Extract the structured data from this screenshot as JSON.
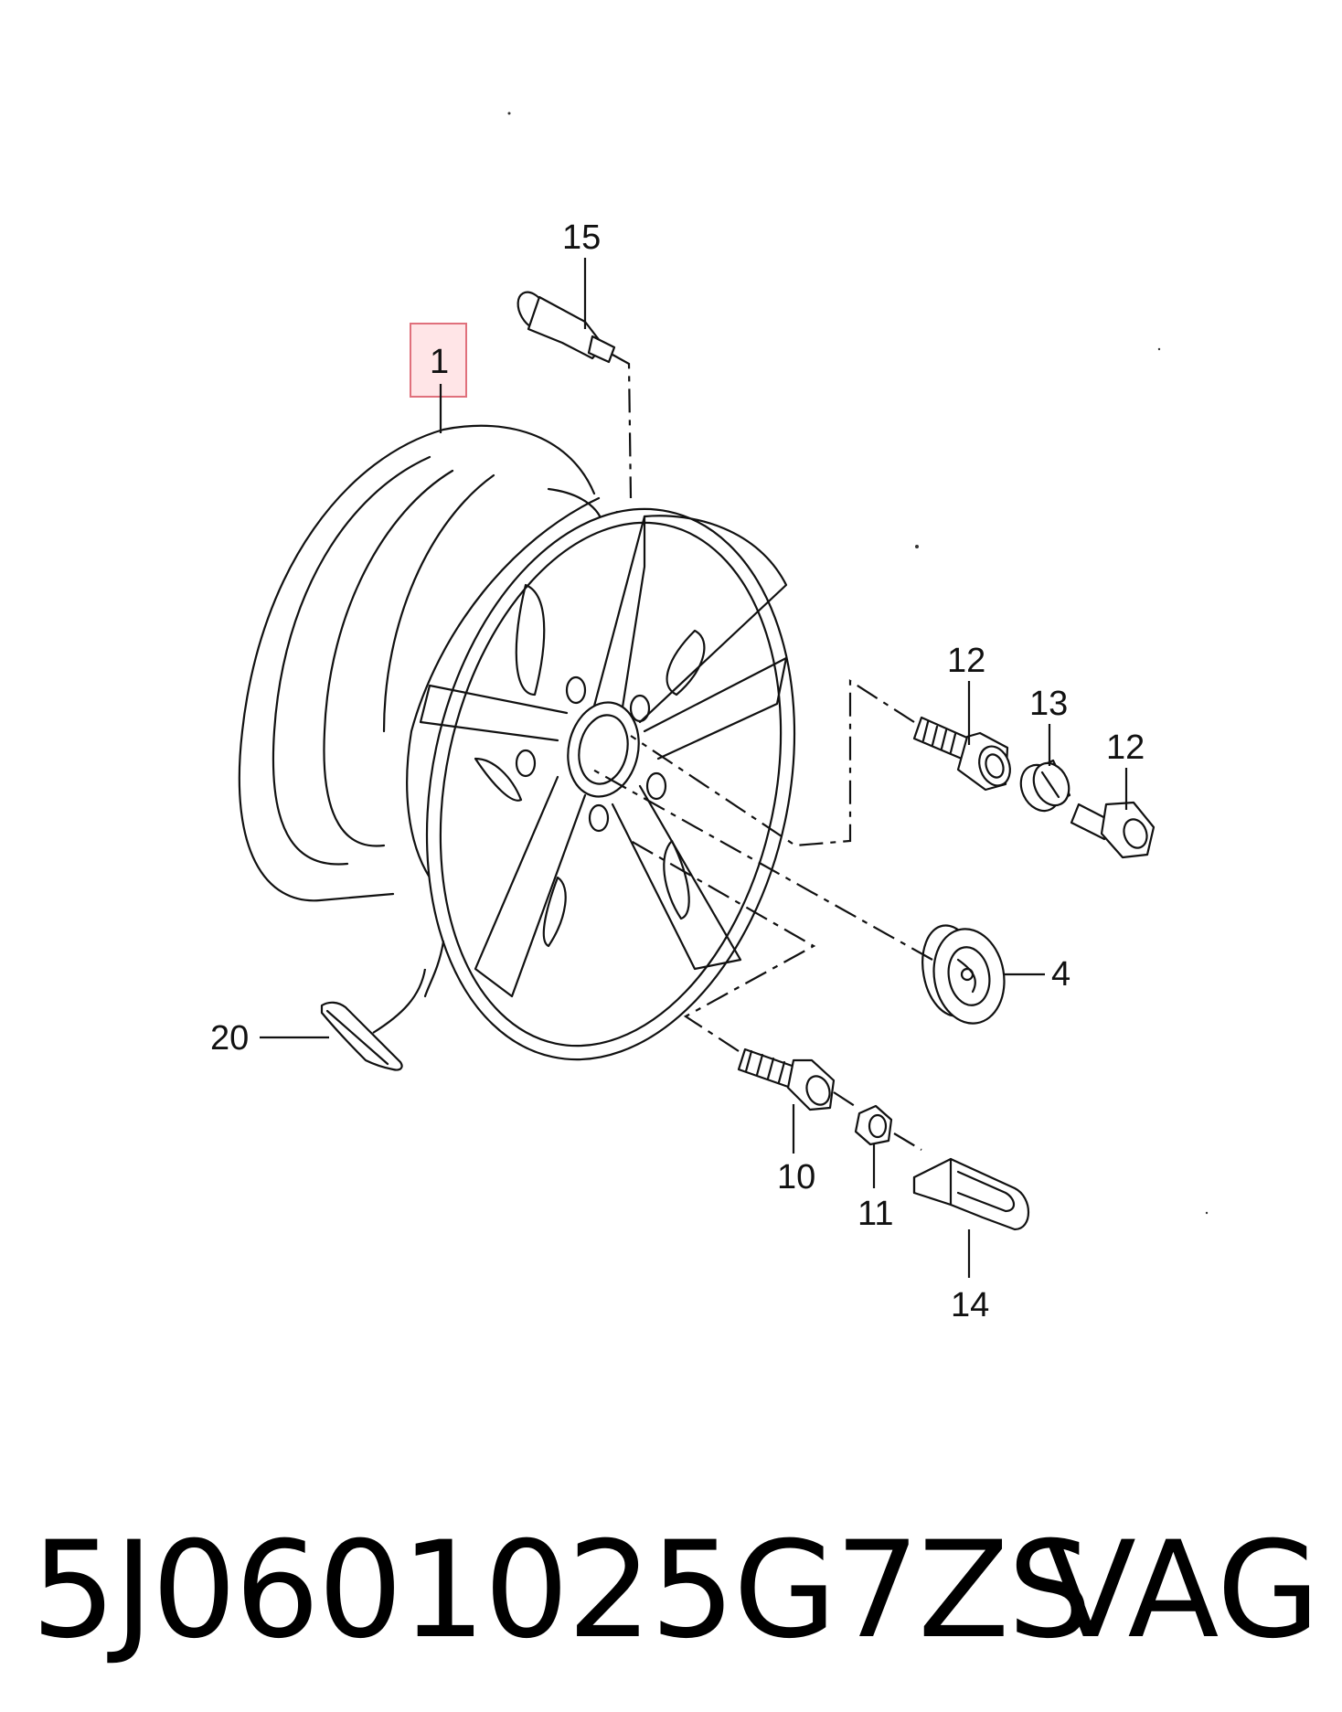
{
  "diagram": {
    "callouts": {
      "wheel_rim": "1",
      "valve": "15",
      "bolt_upper": "12",
      "lock_insert": "13",
      "bolt_lower": "12",
      "hub_cap": "4",
      "wheel_bolt": "10",
      "bolt_cap": "11",
      "puller": "14",
      "balance_weight": "20"
    }
  },
  "caption": {
    "part_number": "5J0601025G7ZS",
    "brand": "VAG"
  }
}
